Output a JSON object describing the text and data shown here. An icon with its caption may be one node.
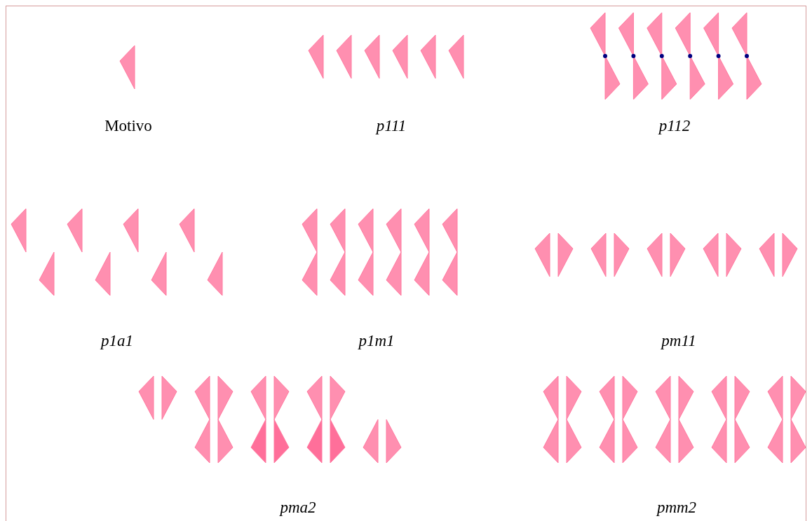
{
  "diagram": {
    "labels": [
      "Motivo",
      "p111",
      "p112",
      "p1a1",
      "p1m1",
      "pm11",
      "pma2",
      "pmm2"
    ]
  }
}
